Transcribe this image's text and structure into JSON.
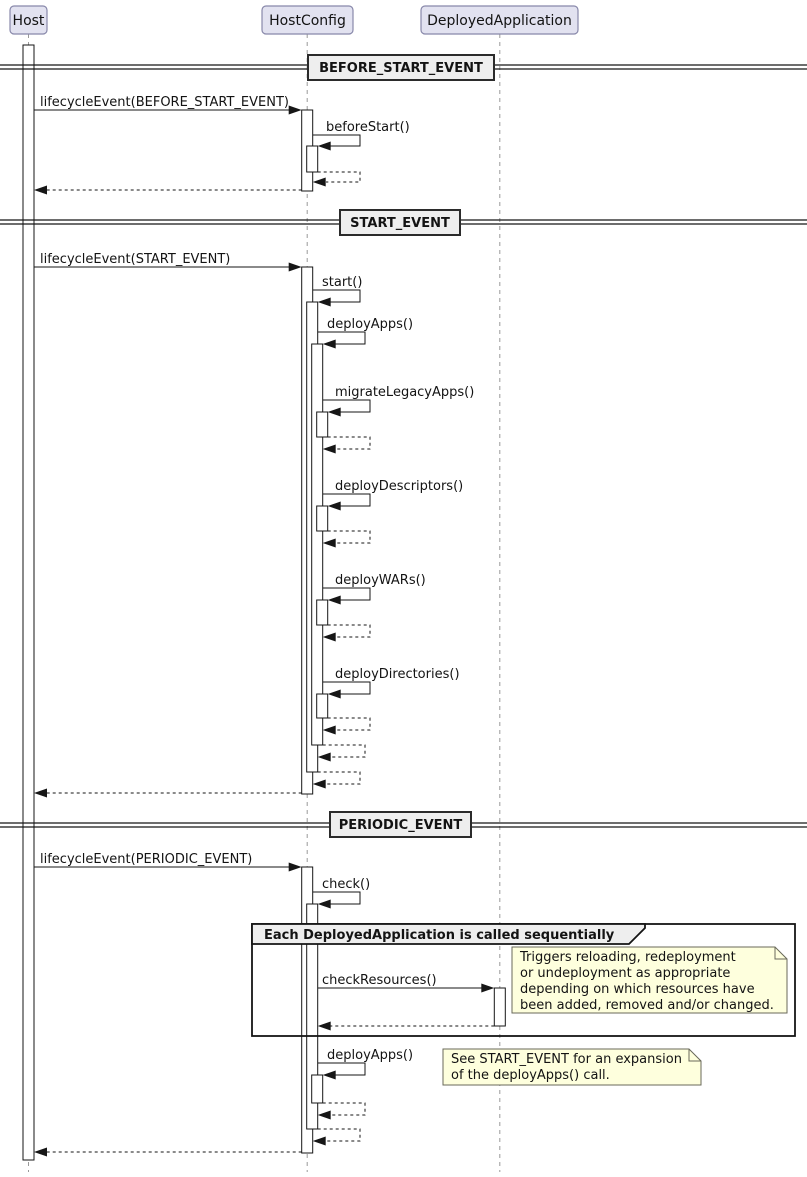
{
  "diagram": {
    "participants": [
      {
        "name": "Host"
      },
      {
        "name": "HostConfig"
      },
      {
        "name": "DeployedApplication"
      }
    ],
    "dividers": [
      {
        "label": "BEFORE_START_EVENT"
      },
      {
        "label": "START_EVENT"
      },
      {
        "label": "PERIODIC_EVENT"
      }
    ],
    "messages": {
      "lifecycle_before_start": "lifecycleEvent(BEFORE_START_EVENT)",
      "before_start": "beforeStart()",
      "lifecycle_start": "lifecycleEvent(START_EVENT)",
      "start": "start()",
      "deploy_apps": "deployApps()",
      "migrate_legacy_apps": "migrateLegacyApps()",
      "deploy_descriptors": "deployDescriptors()",
      "deploy_wars": "deployWARs()",
      "deploy_directories": "deployDirectories()",
      "lifecycle_periodic": "lifecycleEvent(PERIODIC_EVENT)",
      "check": "check()",
      "check_resources": "checkResources()",
      "periodic_deploy_apps": "deployApps()"
    },
    "group": {
      "title": "Each DeployedApplication is called sequentially"
    },
    "notes": {
      "check_resources_note": {
        "lines": [
          "Triggers reloading, redeployment",
          "or undeployment as appropriate",
          "depending on which resources have",
          "been added, removed and/or changed."
        ]
      },
      "deploy_apps_note": {
        "lines": [
          "See START_EVENT for an expansion",
          "of the deployApps() call."
        ]
      }
    },
    "colors": {
      "participant_fill": "#E2E2F0",
      "participant_border": "#8888AA",
      "note_fill": "#FEFFDD",
      "divider_fill": "#EEEEEE",
      "line": "#161616",
      "lifeline": "#999999",
      "background": "#FFFFFF"
    }
  }
}
